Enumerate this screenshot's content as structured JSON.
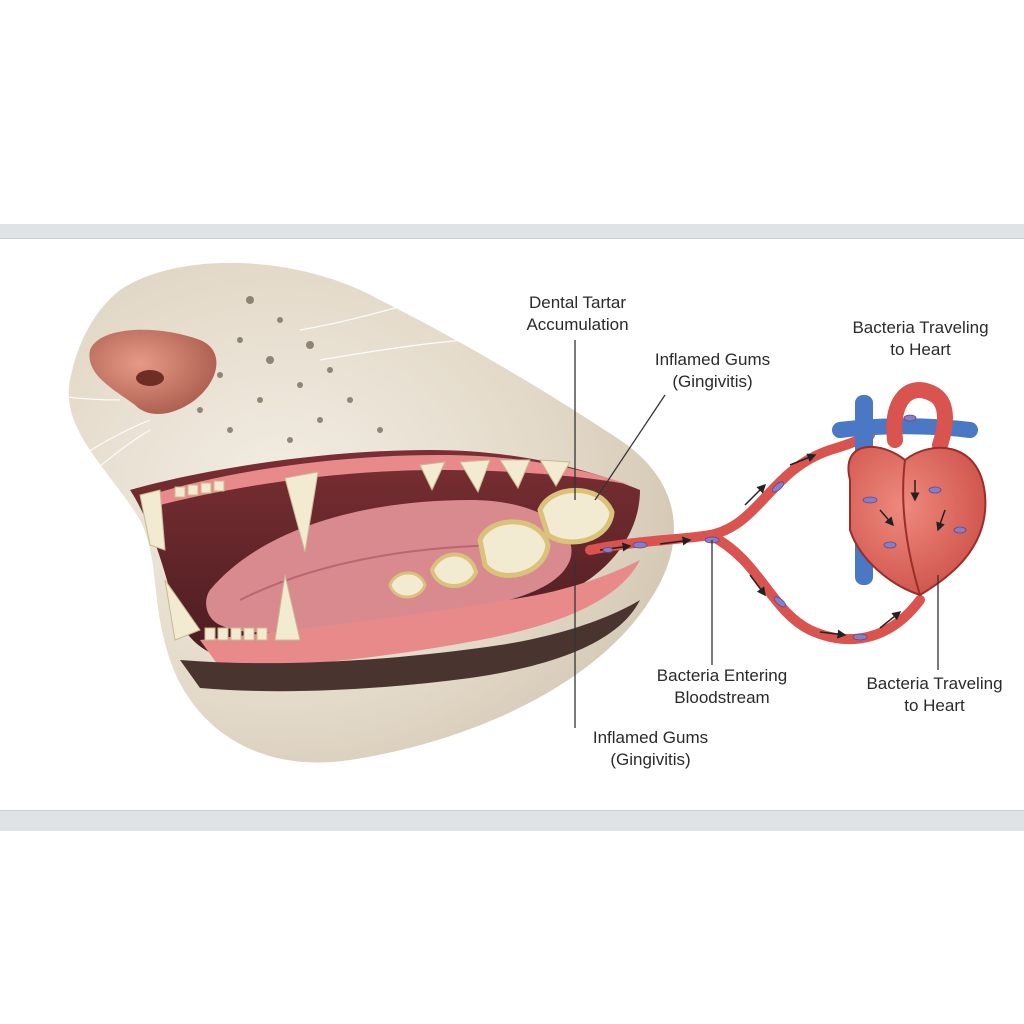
{
  "labels": {
    "tartar": "Dental Tartar\nAccumulation",
    "gums_upper": "Inflamed Gums\n(Gingivitis)",
    "bacteria_heart_top": "Bacteria Traveling\nto Heart",
    "bacteria_entering": "Bacteria Entering\nBloodstream",
    "bacteria_heart_bottom": "Bacteria Traveling\nto Heart",
    "gums_lower": "Inflamed Gums\n(Gingivitis)"
  },
  "icons": {
    "heart": "heart-icon",
    "blood_vessel": "blood-vessel-icon",
    "bacteria": "bacteria-icon",
    "dog_head": "dog-head-icon"
  },
  "colors": {
    "fur": "#e8e0d2",
    "nose": "#c97a68",
    "gum": "#e88a8a",
    "tongue": "#d98a8f",
    "tooth": "#f3ead2",
    "tartar": "#d9c27a",
    "artery": "#d9534f",
    "vein": "#4a78c4",
    "bacteria": "#8e7cc3"
  }
}
